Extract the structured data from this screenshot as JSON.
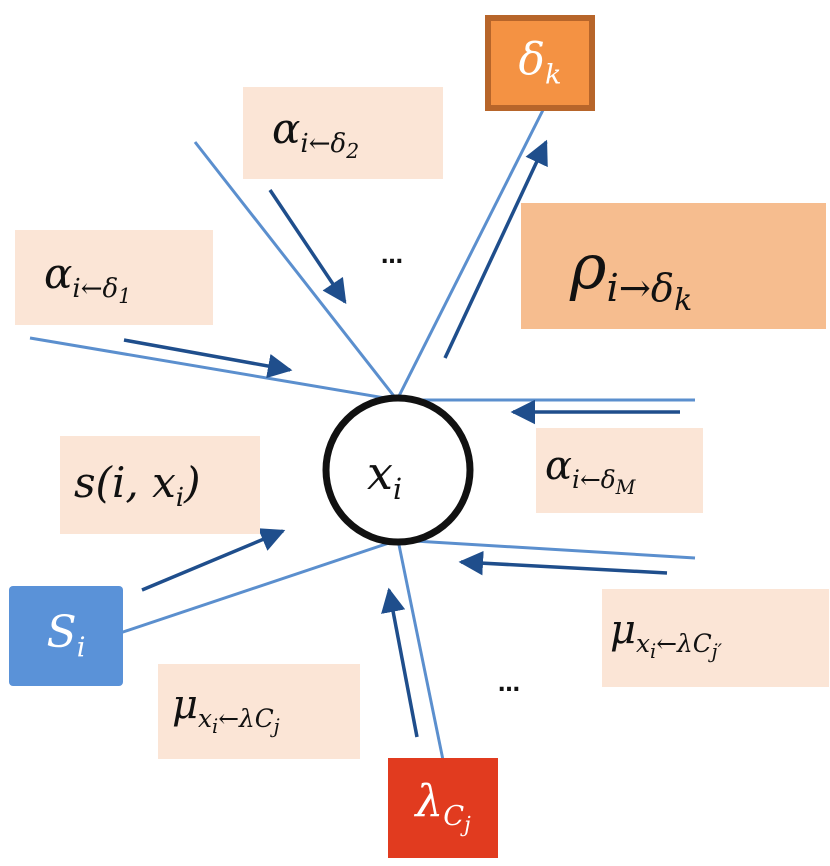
{
  "colors": {
    "edge": "#5b8fce",
    "arrow": "#1f4e8c",
    "label_bg": "#fbe5d6",
    "rho_bg": "#f6bd8f",
    "delta_k_fill": "#f49243",
    "delta_k_border": "#b7652a",
    "s_fill": "#5a92d8",
    "lambda_fill": "#e13b1f",
    "variable_node_border": "#111111"
  },
  "variable_node": {
    "symbol": "x",
    "index": "i"
  },
  "factor_nodes": {
    "delta_k": {
      "symbol": "δ",
      "index": "k"
    },
    "s_i": {
      "symbol": "S",
      "index": "i"
    },
    "lambda_cj": {
      "symbol": "λ",
      "index": "C",
      "sub_index": "j"
    }
  },
  "messages": {
    "alpha_delta2": {
      "symbol": "α",
      "sub_left": "i←δ",
      "sub_index": "2"
    },
    "alpha_delta1": {
      "symbol": "α",
      "sub_left": "i←δ",
      "sub_index": "1"
    },
    "alpha_deltaM": {
      "symbol": "α",
      "sub_left": "i←δ",
      "sub_index": "M"
    },
    "rho": {
      "symbol": "ρ",
      "sub_left": "i→δ",
      "sub_index": "k"
    },
    "similarity": {
      "text": "s(i, x",
      "index": "i",
      "close": ")"
    },
    "mu_cj": {
      "symbol": "μ",
      "sub_x": "x",
      "sub_x_index": "i",
      "sub_mid": "←λ",
      "sub_c": "C",
      "sub_c_index": "j"
    },
    "mu_cj_prime": {
      "symbol": "μ",
      "sub_x": "x",
      "sub_x_index": "i",
      "sub_mid": "←λ",
      "sub_c": "C",
      "sub_c_index": "j′"
    }
  },
  "ellipsis_top": "…",
  "ellipsis_bottom": "…"
}
